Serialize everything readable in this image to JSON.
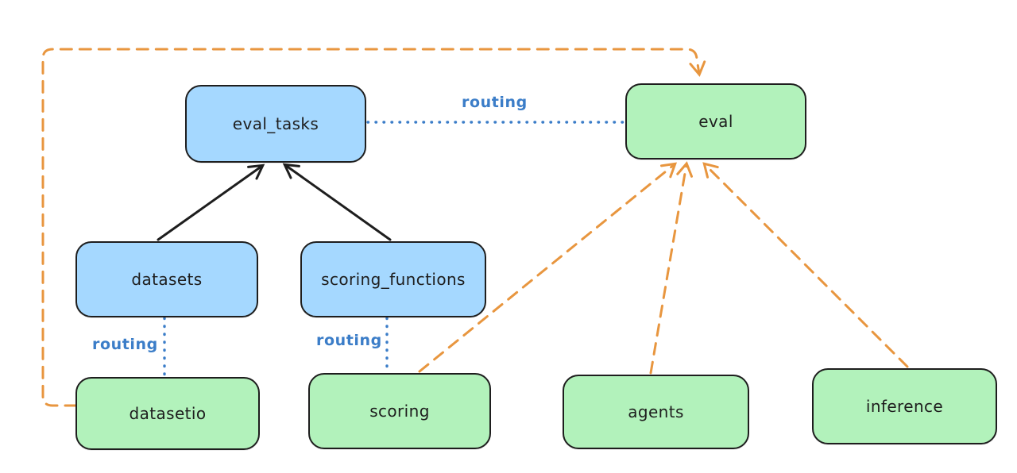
{
  "diagram": {
    "background": "#ffffff",
    "colors": {
      "api_fill": "#a5d8ff",
      "provider_fill": "#b2f2bb",
      "node_stroke": "#1e1e1e",
      "routing_blue": "#3b7dc8",
      "provider_arrow_orange": "#e8963f",
      "solid_arrow_black": "#1e1e1e"
    },
    "nodes": [
      {
        "id": "eval_tasks",
        "label": "eval_tasks",
        "kind": "api",
        "fill": "#a5d8ff"
      },
      {
        "id": "eval",
        "label": "eval",
        "kind": "provider",
        "fill": "#b2f2bb"
      },
      {
        "id": "datasets",
        "label": "datasets",
        "kind": "api",
        "fill": "#a5d8ff"
      },
      {
        "id": "scoring_functions",
        "label": "scoring_functions",
        "kind": "api",
        "fill": "#a5d8ff"
      },
      {
        "id": "datasetio",
        "label": "datasetio",
        "kind": "provider",
        "fill": "#b2f2bb"
      },
      {
        "id": "scoring",
        "label": "scoring",
        "kind": "provider",
        "fill": "#b2f2bb"
      },
      {
        "id": "agents",
        "label": "agents",
        "kind": "provider",
        "fill": "#b2f2bb"
      },
      {
        "id": "inference",
        "label": "inference",
        "kind": "provider",
        "fill": "#b2f2bb"
      }
    ],
    "edges": [
      {
        "from": "datasets",
        "to": "eval_tasks",
        "style": "solid-arrow",
        "color": "#1e1e1e"
      },
      {
        "from": "scoring_functions",
        "to": "eval_tasks",
        "style": "solid-arrow",
        "color": "#1e1e1e"
      },
      {
        "from": "eval_tasks",
        "to": "eval",
        "style": "dotted",
        "label": "routing",
        "color": "#3b7dc8"
      },
      {
        "from": "datasets",
        "to": "datasetio",
        "style": "dotted",
        "label": "routing",
        "color": "#3b7dc8"
      },
      {
        "from": "scoring_functions",
        "to": "scoring",
        "style": "dotted",
        "label": "routing",
        "color": "#3b7dc8"
      },
      {
        "from": "datasetio",
        "to": "eval",
        "style": "dashed-arrow",
        "color": "#e8963f"
      },
      {
        "from": "scoring",
        "to": "eval",
        "style": "dashed-arrow",
        "color": "#e8963f"
      },
      {
        "from": "agents",
        "to": "eval",
        "style": "dashed-arrow",
        "color": "#e8963f"
      },
      {
        "from": "inference",
        "to": "eval",
        "style": "dashed-arrow",
        "color": "#e8963f"
      }
    ]
  }
}
